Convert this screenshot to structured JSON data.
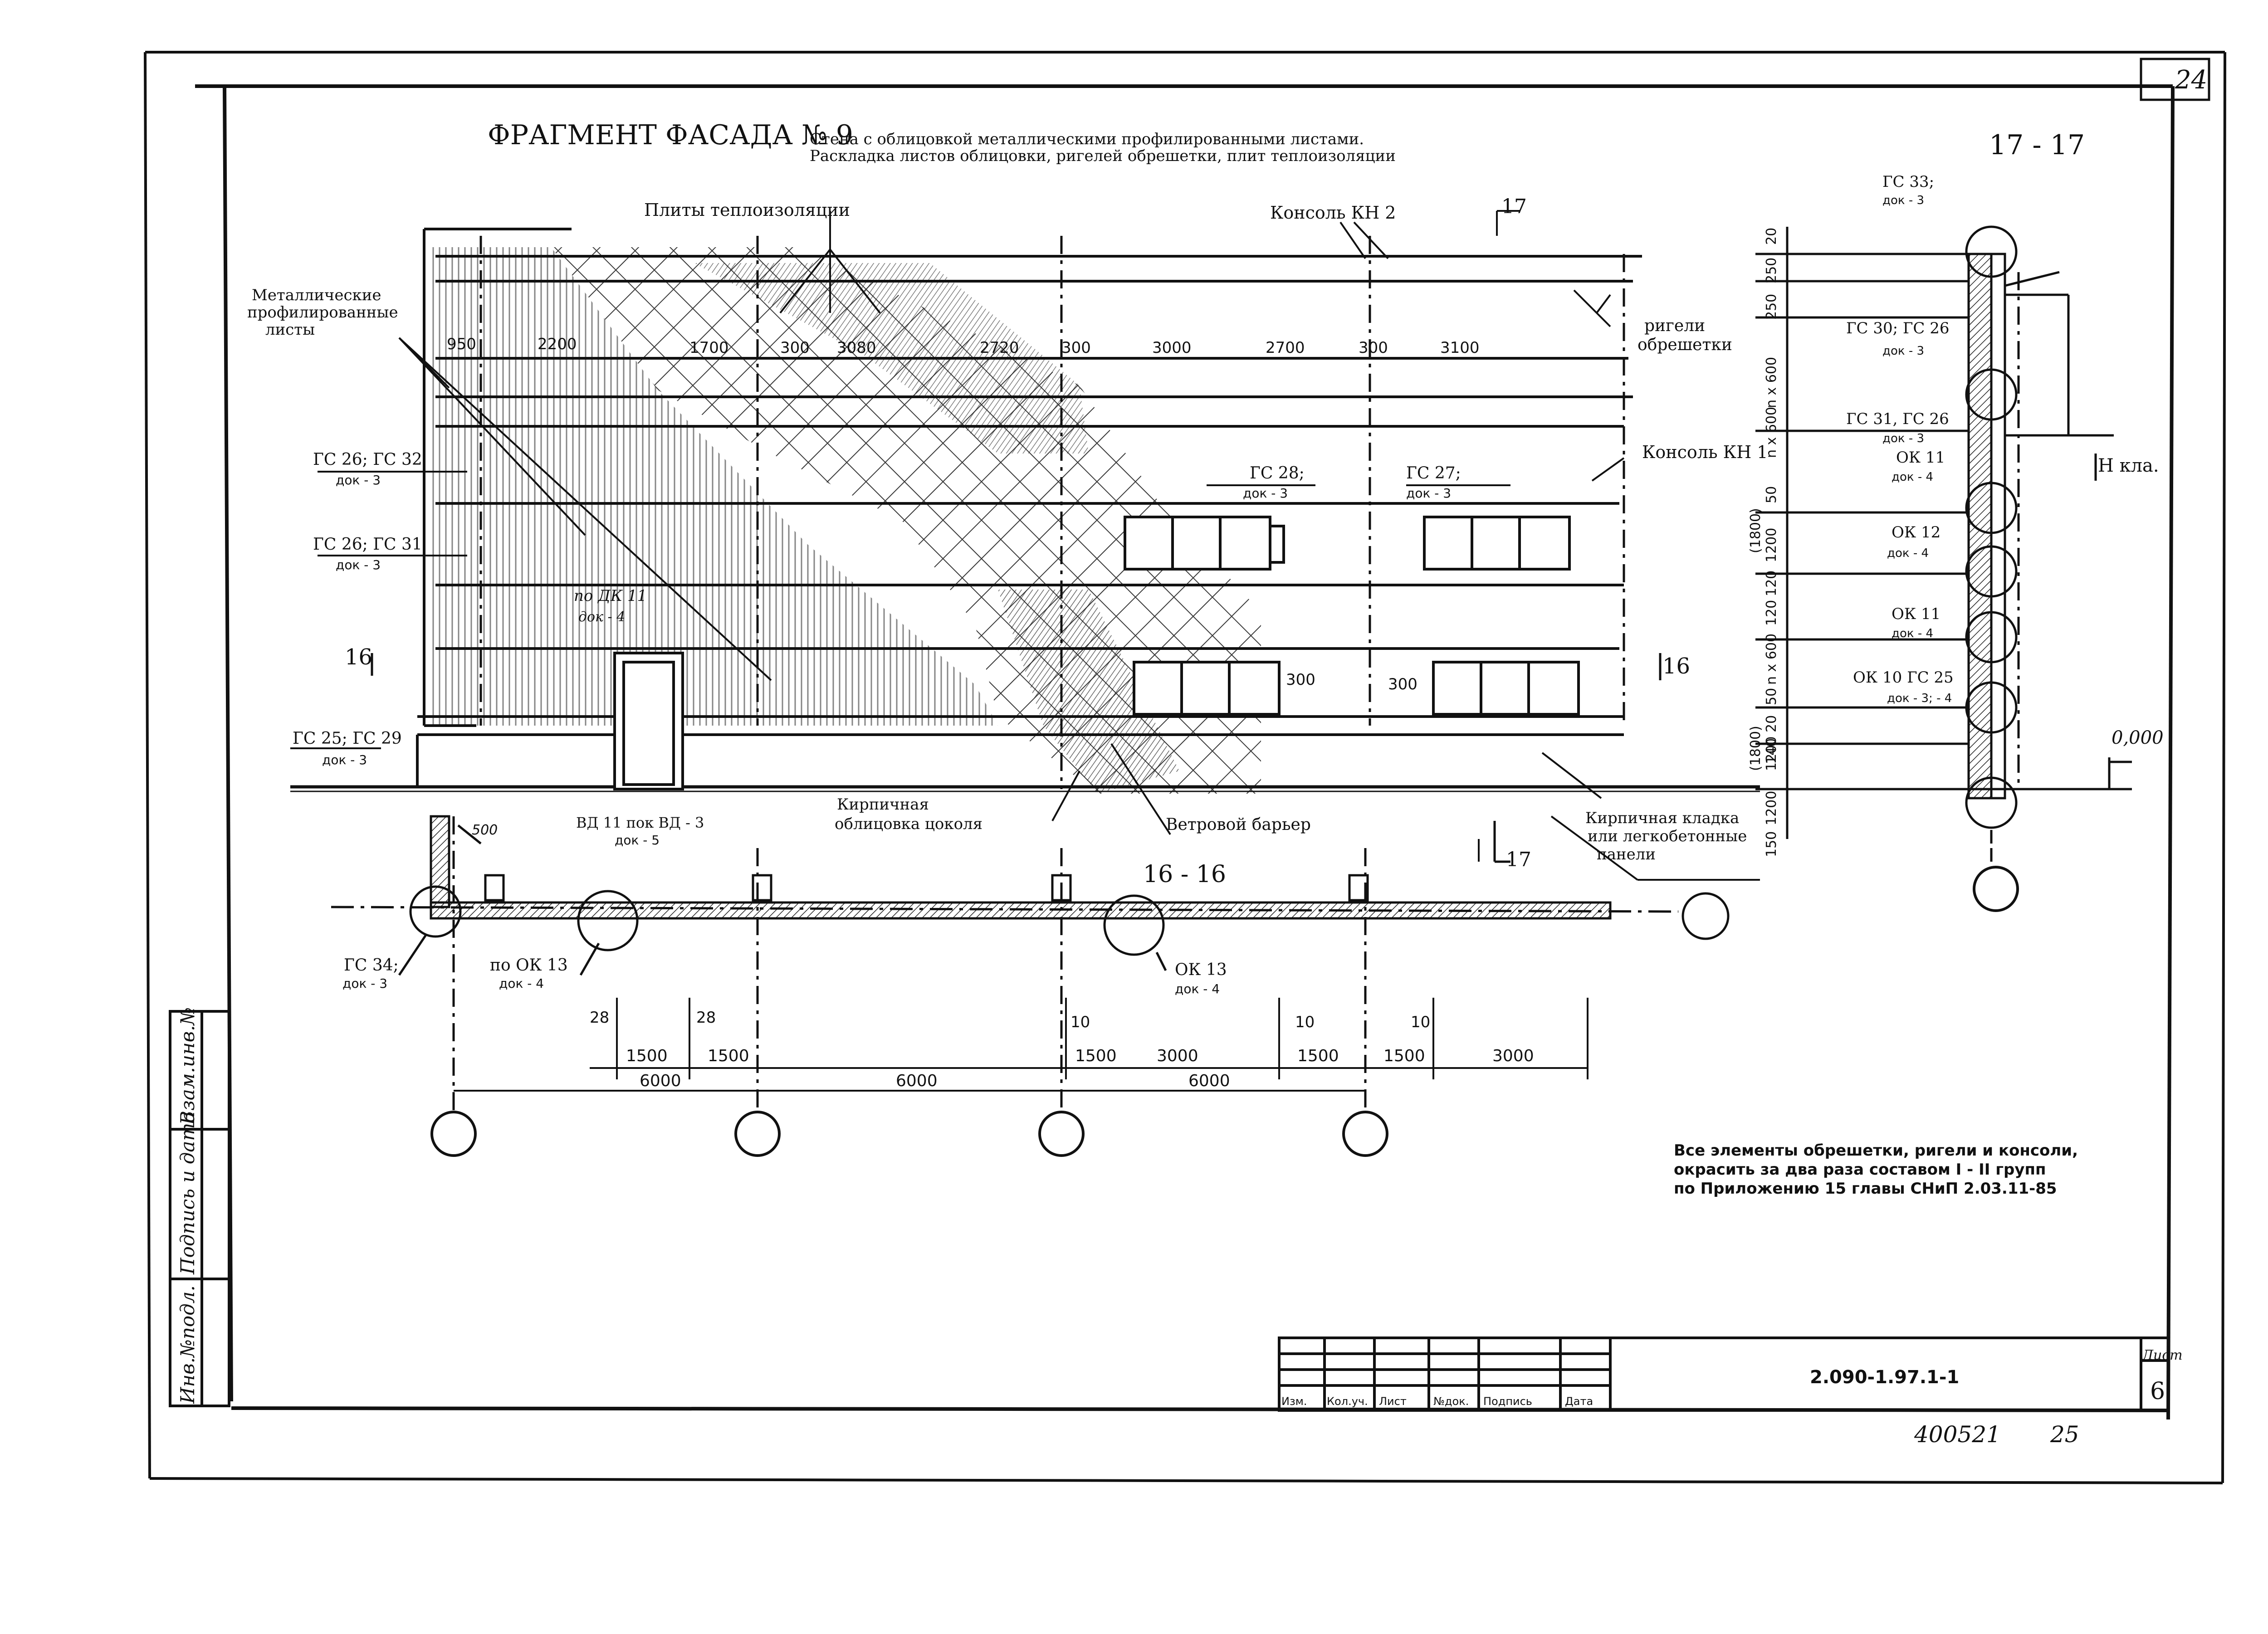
{
  "sheet": {
    "corner_number": "24",
    "title": "ФРАГМЕНТ ФАСАДА № 9",
    "subtitle_line1": "Стена с облицовкой металлическими профилированными листами.",
    "subtitle_line2": "Раскладка листов облицовки, ригелей обрешетки, плит теплоизоляции"
  },
  "facade": {
    "label_insulation": "Плиты теплоизоляции",
    "label_console_kn2": "Консоль КН 2",
    "label_cut17_top": "17",
    "label_metal_sheets_1": "Металлические",
    "label_metal_sheets_2": "профилированные",
    "label_metal_sheets_3": "листы",
    "label_rigels_1": "ригели",
    "label_rigels_2": "обрешетки",
    "label_console_kn1": "Консоль КН 1",
    "dims_top": [
      "950",
      "2200",
      "1700",
      "300",
      "3080",
      "2720",
      "300",
      "3000",
      "2700",
      "300",
      "3100"
    ],
    "gs26_32": "ГС 26; ГС 32",
    "gs26_31": "ГС 26; ГС 31",
    "gs28": "ГС 28;",
    "gs27": "ГС 27;",
    "gs25_29": "ГС 25; ГС 29",
    "doc3": "док - 3",
    "doc4": "док - 4",
    "doc5": "док - 5",
    "dk11_1": "по ДК 11",
    "dk11_2": "док - 4",
    "cut16_left": "16",
    "cut16_right": "16",
    "dim300_a": "300",
    "dim300_b": "300",
    "vd11": "ВД 11 пок ВД - 3",
    "brick_plinth_1": "Кирпичная",
    "brick_plinth_2": "облицовка цоколя",
    "wind_barrier": "Ветровой барьер",
    "brick_masonry_1": "Кирпичная кладка",
    "brick_masonry_2": "или легкобетонные",
    "brick_masonry_3": "панели",
    "cut17_bottom": "17"
  },
  "plan": {
    "section_title": "16 - 16",
    "gs34": "ГС 34;",
    "ok13_left": "по ОК 13",
    "ok13_right": "ОК 13",
    "dim_500": "500",
    "small_dims": [
      "28",
      "28",
      "10",
      "10",
      "10"
    ],
    "dims_row1": [
      "1500",
      "1500",
      "1500",
      "3000",
      "1500",
      "1500",
      "3000"
    ],
    "dims_row2": [
      "6000",
      "6000",
      "6000"
    ]
  },
  "section": {
    "section_title": "17 - 17",
    "gs33": "ГС 33;",
    "gs30_26": "ГС 30; ГС 26",
    "gs31_26": "ГС 31, ГС 26",
    "ok11_a": "ОК 11",
    "ok12": "ОК 12",
    "ok11_b": "ОК 11",
    "ok10_gs25": "ОК 10 ГС 25",
    "doc3_4": "док - 3; - 4",
    "level_h": "Н кла.",
    "level_zero": "0,000",
    "vdims": [
      "20",
      "250",
      "250",
      "n x 600",
      "n x 600",
      "50",
      "(1800)",
      "1200",
      "120",
      "120",
      "n x 600",
      "50",
      "(1800)",
      "1200",
      "20",
      "140",
      "1200",
      "150"
    ]
  },
  "note": {
    "line1": "Все элементы обрешетки, ригели и консоли,",
    "line2": "окрасить за два раза составом I - II групп",
    "line3": "по Приложению 15 главы СНиП 2.03.11-85"
  },
  "title_block": {
    "doc_code": "2.090-1.97.1-1",
    "sheet_label": "Лист",
    "sheet_number": "6",
    "cols": [
      "Изм.",
      "Кол.уч.",
      "Лист",
      "№док.",
      "Подпись",
      "Дата"
    ],
    "stamp_number": "400521",
    "stamp_suffix": "25"
  },
  "side_stamp": {
    "cell1": "Инв.№подл.",
    "cell2": "Подпись и дата",
    "cell3": "Взам.инв.№"
  }
}
